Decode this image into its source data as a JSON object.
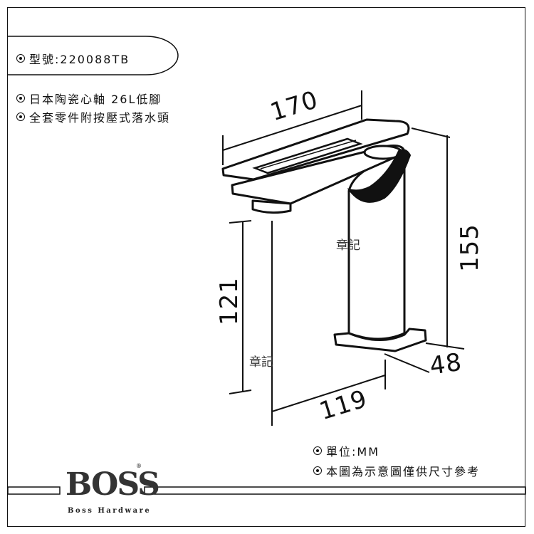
{
  "model": {
    "label": "型號:220088TB"
  },
  "features": [
    {
      "text": "日本陶瓷心軸 26L低腳"
    },
    {
      "text": "全套零件附按壓式落水頭"
    }
  ],
  "dimensions": {
    "width_top": "170",
    "height_total": "155",
    "height_spout": "121",
    "reach": "119",
    "base_depth": "48"
  },
  "stamps": {
    "upper": "章記",
    "lower": "章記"
  },
  "notes": [
    {
      "text": "單位:MM"
    },
    {
      "text": "本圖為示意圖僅供尺寸參考"
    }
  ],
  "logo": {
    "brand": "BOSS",
    "tagline": "Boss Hardware",
    "registered": "®"
  }
}
